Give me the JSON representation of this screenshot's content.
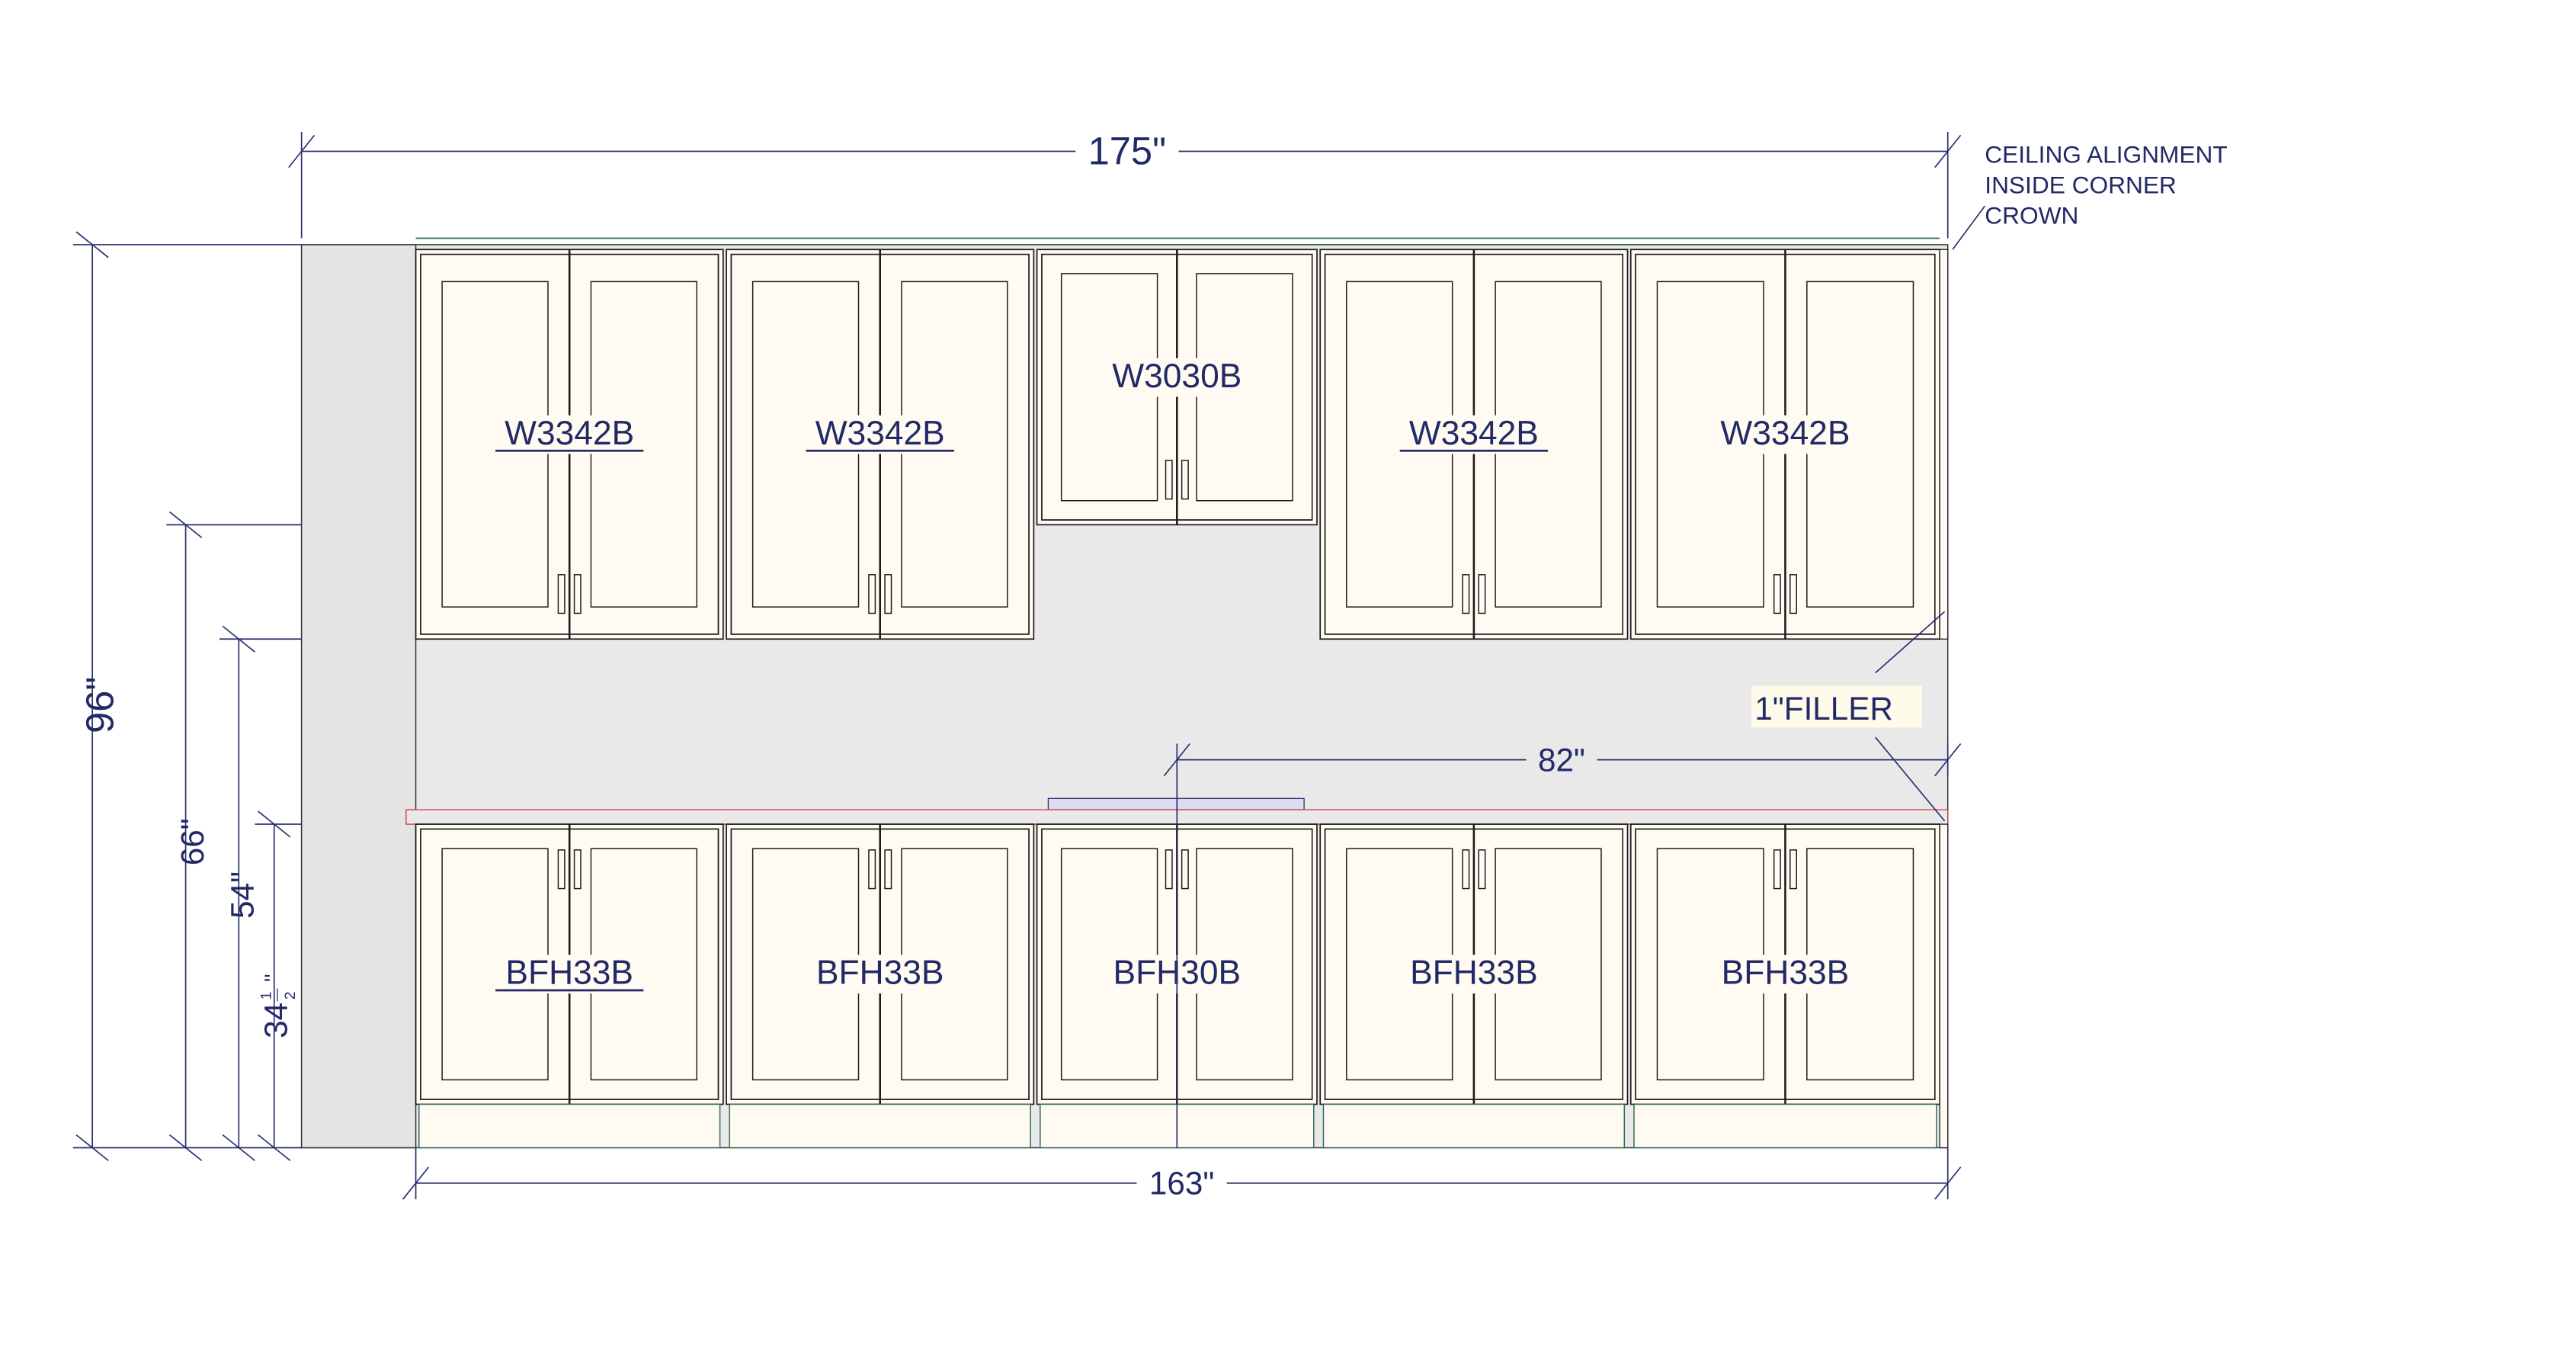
{
  "dimensions": {
    "overall_width": "175\"",
    "base_run": "163\"",
    "upper_run_right": "82\"",
    "ceiling_height": "96\"",
    "upper_bottom_height": "66\"",
    "upper_bottom_height_2": "54\"",
    "counter_height_whole": "34",
    "counter_height_num": "1",
    "counter_height_den": "2",
    "counter_height_inch": "\""
  },
  "callouts": {
    "crown_line1": "CEILING ALIGNMENT",
    "crown_line2": "INSIDE CORNER",
    "crown_line3": "CROWN",
    "filler": "1\"FILLER"
  },
  "upper_cabinets": [
    {
      "label": "W3342B",
      "underlined": true
    },
    {
      "label": "W3342B",
      "underlined": true
    },
    {
      "label": "W3030B",
      "underlined": false
    },
    {
      "label": "W3342B",
      "underlined": true
    },
    {
      "label": "W3342B",
      "underlined": false
    }
  ],
  "base_cabinets": [
    {
      "label": "BFH33B",
      "underlined": true
    },
    {
      "label": "BFH33B",
      "underlined": false
    },
    {
      "label": "BFH30B",
      "underlined": false
    },
    {
      "label": "BFH33B",
      "underlined": false
    },
    {
      "label": "BFH33B",
      "underlined": false
    }
  ],
  "colors": {
    "wall": "#e9e9e9",
    "cabinet": "#fffaf2",
    "dimension": "#2a2f70",
    "counter_edge": "#d0303a",
    "crown": "#2e6b45",
    "backsplash": "#dcdcee"
  }
}
